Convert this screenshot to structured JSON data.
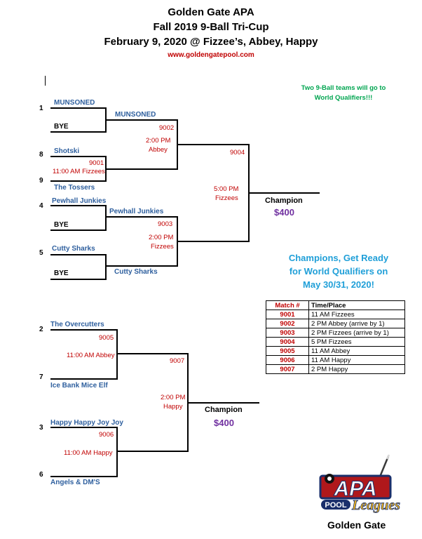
{
  "header": {
    "line1": "Golden Gate APA",
    "line2": "Fall 2019 9-Ball Tri-Cup",
    "line3": "February 9, 2020 @ Fizzee’s, Abbey, Happy",
    "website": "www.goldengatepool.com"
  },
  "note": {
    "line1": "Two 9-Ball teams will go to",
    "line2": "World Qualifiers!!!"
  },
  "bracket1": {
    "seed1": "1",
    "team1": "MUNSONED",
    "bye1": "BYE",
    "r2_top": "MUNSONED",
    "m9002": "9002",
    "m9002_time": "2:00 PM",
    "m9002_place": "Abbey",
    "seed8": "8",
    "team8": "Shotski",
    "m9001": "9001",
    "m9001_info": "11:00 AM Fizzees",
    "seed9": "9",
    "team9": "The Tossers",
    "m9004": "9004",
    "m9004_time": "5:00 PM",
    "m9004_place": "Fizzees",
    "seed4": "4",
    "team4": "Pewhall Junkies",
    "bye4": "BYE",
    "r2_mid": "Pewhall Junkies",
    "m9003": "9003",
    "m9003_time": "2:00 PM",
    "m9003_place": "Fizzees",
    "seed5": "5",
    "team5": "Cutty Sharks",
    "bye5": "BYE",
    "r2_bot": "Cutty Sharks",
    "champion": "Champion",
    "prize": "$400"
  },
  "ready": {
    "line1": "Champions, Get Ready",
    "line2": "for World Qualifiers on",
    "line3": "May 30/31, 2020!"
  },
  "schedule": {
    "col_match": "Match #",
    "col_time": "Time/Place",
    "rows": [
      {
        "match": "9001",
        "time": "11 AM Fizzees"
      },
      {
        "match": "9002",
        "time": "2 PM Abbey (arrive by 1)"
      },
      {
        "match": "9003",
        "time": "2 PM Fizzees (arrive by 1)"
      },
      {
        "match": "9004",
        "time": "5 PM Fizzees"
      },
      {
        "match": "9005",
        "time": "11 AM Abbey"
      },
      {
        "match": "9006",
        "time": "11 AM Happy"
      },
      {
        "match": "9007",
        "time": "2 PM Happy"
      }
    ]
  },
  "bracket2": {
    "seed2": "2",
    "team2": "The Overcutters",
    "m9005": "9005",
    "m9005_info": "11:00 AM Abbey",
    "seed7": "7",
    "team7": "Ice Bank Mice Elf",
    "m9007": "9007",
    "m9007_time": "2:00 PM",
    "m9007_place": "Happy",
    "seed3": "3",
    "team3": "Happy Happy Joy Joy",
    "m9006": "9006",
    "m9006_info": "11:00 AM Happy",
    "seed6": "6",
    "team6": "Angels & DM'S",
    "champion": "Champion",
    "prize": "$400"
  },
  "logo": {
    "apa": "APA",
    "pool": "POOL",
    "leagues": "Leagues",
    "caption": "Golden Gate"
  },
  "colors": {
    "team_blue": "#2e5f9e",
    "match_red": "#c00000",
    "prize_purple": "#7030a0",
    "note_green": "#00a550",
    "ready_blue": "#1f9fd8"
  }
}
